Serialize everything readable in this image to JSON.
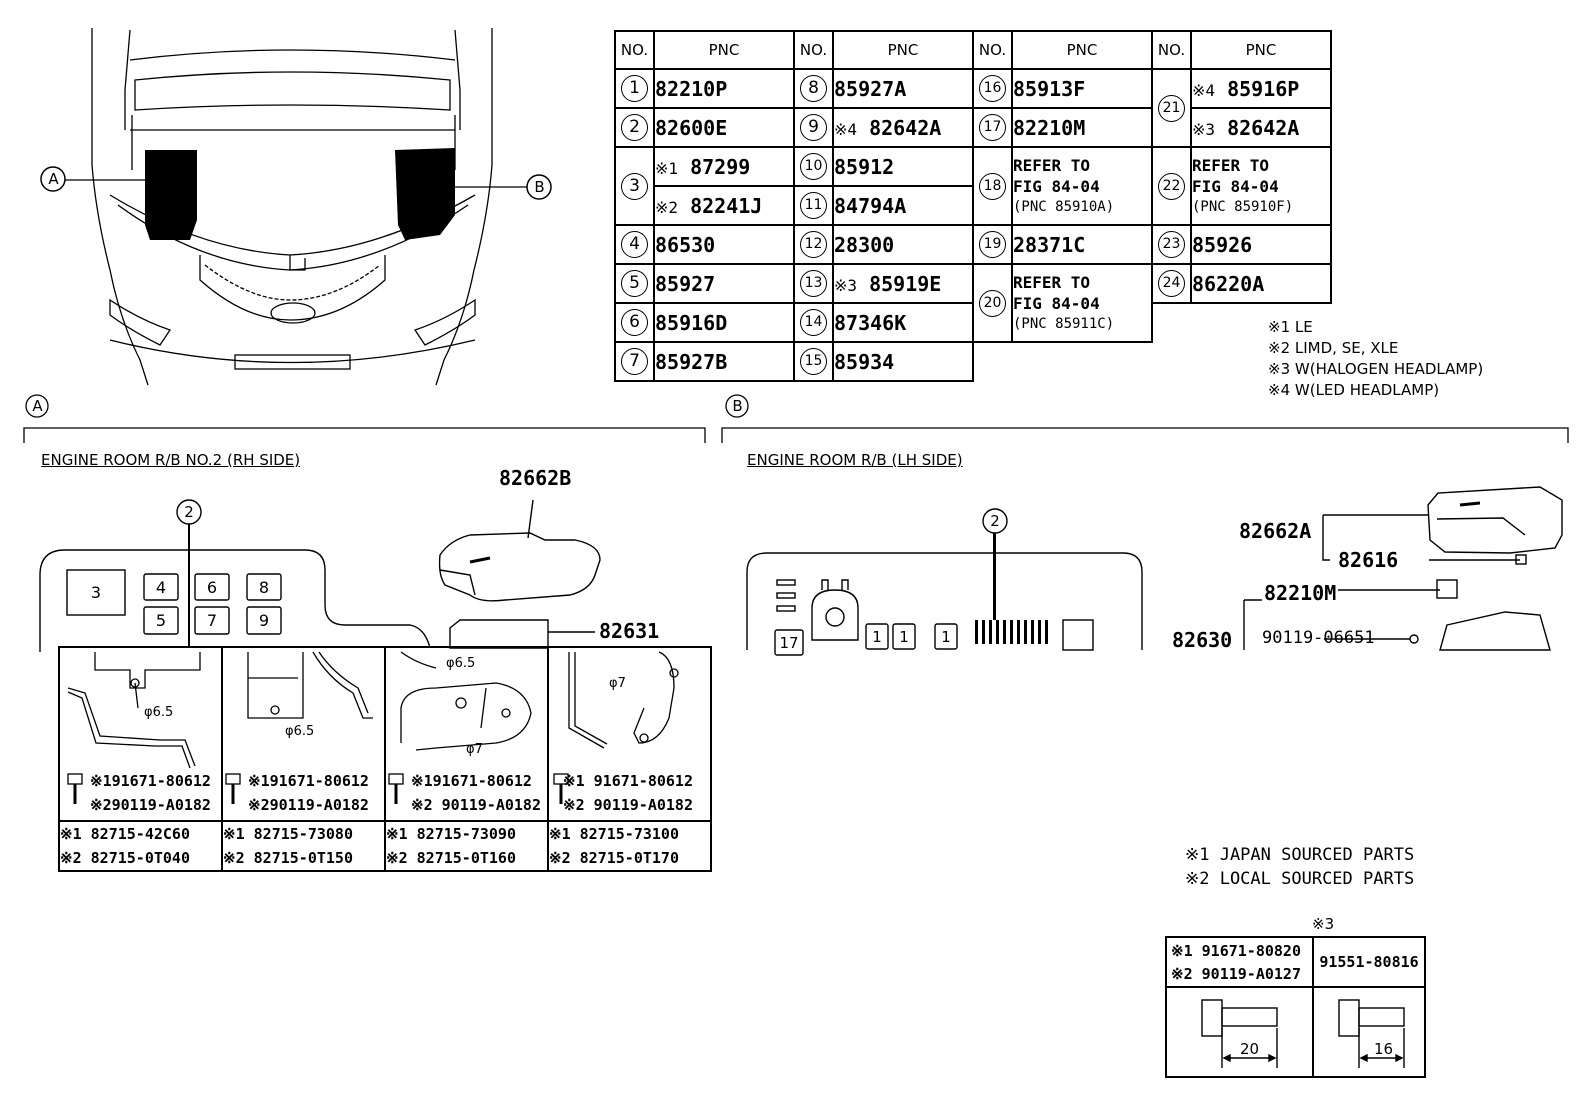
{
  "callouts": {
    "a": "A",
    "b": "B"
  },
  "table": {
    "headers": {
      "no": "NO.",
      "pnc": "PNC"
    },
    "rows": [
      {
        "n": "1",
        "p": "82210P",
        "n2": "8",
        "p2": "85927A",
        "n3": "16",
        "p3": "85913F",
        "n4": "21",
        "p4m": "※4",
        "p4": "85916P"
      },
      {
        "n": "2",
        "p": "82600E",
        "n2": "9",
        "p2m": "※4",
        "p2": "82642A",
        "n3": "17",
        "p3": "82210M",
        "p4m": "※3",
        "p4": "82642A"
      },
      {
        "n": "3",
        "pm": "※1",
        "p": "87299",
        "pm_b": "※2",
        "p_b": "82241J",
        "n2": "10",
        "p2": "85912",
        "n2b": "11",
        "p2b": "84794A",
        "n3": "18",
        "r3a": "REFER TO",
        "r3b": "FIG 84-04",
        "r3c": "(PNC 85910A)",
        "n4": "22",
        "r4a": "REFER TO",
        "r4b": "FIG 84-04",
        "r4c": "(PNC 85910F)"
      },
      {
        "n": "4",
        "p": "86530",
        "n2": "12",
        "p2": "28300",
        "n3": "19",
        "p3": "28371C",
        "n4": "23",
        "p4": "85926"
      },
      {
        "n": "5",
        "p": "85927",
        "n2": "13",
        "p2m": "※3",
        "p2": "85919E",
        "n3": "20",
        "r3a": "REFER TO",
        "r3b": "FIG 84-04",
        "r3c": "(PNC 85911C)",
        "n4": "24",
        "p4": "86220A"
      },
      {
        "n": "6",
        "p": "85916D",
        "n2": "14",
        "p2": "87346K"
      },
      {
        "n": "7",
        "p": "85927B",
        "n2": "15",
        "p2": "85934"
      }
    ]
  },
  "notes_top": [
    "※1 LE",
    "※2 LIMD, SE, XLE",
    "※3 W(HALOGEN HEADLAMP)",
    "※4 W(LED HEADLAMP)"
  ],
  "section_a": {
    "title": "ENGINE ROOM R/B NO.2 (RH SIDE)",
    "cover_pn": "82662B",
    "block_pn": "82631",
    "fuse_labels": [
      "3",
      "4",
      "6",
      "8",
      "5",
      "7",
      "9"
    ],
    "callout": "2",
    "phi_a": "φ6.5",
    "phi_b": "φ6.5",
    "phi_c": "φ6.5",
    "phi_d": "φ7",
    "phi_e": "φ7"
  },
  "section_b": {
    "title": "ENGINE ROOM R/B (LH SIDE)",
    "callout": "2",
    "pn_cover": "82662A",
    "pn_clip": "82616",
    "pn_relay": "82210M",
    "pn_block": "82630",
    "pn_bolt": "90119-06651",
    "fuse_labels": [
      "17",
      "1",
      "1",
      "1"
    ],
    "notes": [
      "※1 JAPAN SOURCED PARTS",
      "※2 LOCAL SOURCED PARTS"
    ]
  },
  "bolt_table": {
    "cells": [
      {
        "l1": "※191671-80612",
        "l2": "※290119-A0182",
        "p1": "※1 82715-42C60",
        "p2": "※2 82715-0T040"
      },
      {
        "l1": "※191671-80612",
        "l2": "※290119-A0182",
        "p1": "※1 82715-73080",
        "p2": "※2 82715-0T150"
      },
      {
        "l1": "※191671-80612",
        "l2": "※2 90119-A0182",
        "p1": "※1 82715-73090",
        "p2": "※2 82715-0T160"
      },
      {
        "l1": "※1 91671-80612",
        "l2": "※2 90119-A0182",
        "p1": "※1 82715-73100",
        "p2": "※2 82715-0T170"
      }
    ]
  },
  "small_table": {
    "header": "※3",
    "l1": "※1 91671-80820",
    "l2": "※2 90119-A0127",
    "r": "91551-80816",
    "dim_l": "20",
    "dim_r": "16"
  }
}
